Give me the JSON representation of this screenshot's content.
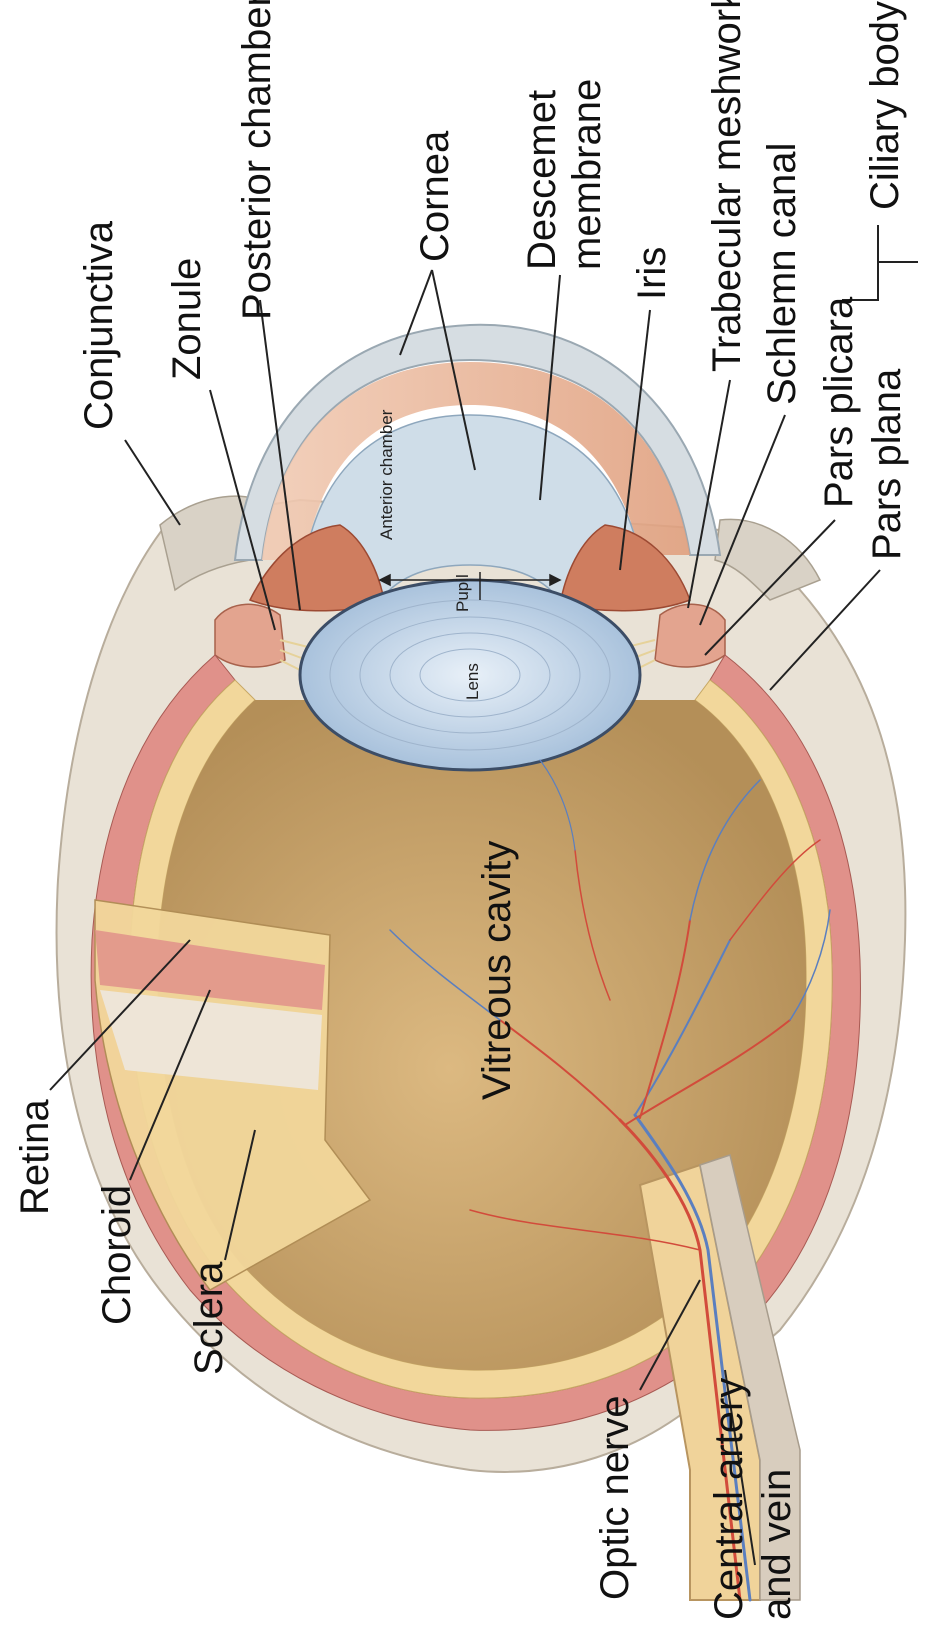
{
  "labels": {
    "conjunctiva": "Conjunctiva",
    "zonule": "Zonule",
    "posterior_chamber": "Posterior chamber",
    "cornea": "Cornea",
    "descemet_1": "Descemet",
    "descemet_2": "membrane",
    "iris": "Iris",
    "trabecular_meshwork": "Trabecular meshwork",
    "schlemn_canal": "Schlemn canal",
    "ciliary_body": "Ciliary body",
    "pars_plicara": "Pars plicara",
    "pars_plana": "Pars plana",
    "anterior_chamber": "Anterior chamber",
    "pupil": "Pupil",
    "lens": "Lens",
    "vitreous_cavity": "Vitreous cavity",
    "retina": "Retina",
    "choroid": "Choroid",
    "sclera": "Sclera",
    "optic_nerve": "Optic nerve",
    "central_artery_1": "Central artery",
    "central_artery_2": "and vein"
  },
  "colors": {
    "sclera": "#ece6dc",
    "choroid": "#e0918a",
    "retina": "#f2d79b",
    "vitreous": "#c9a46a",
    "cornea": "#d3dbe0",
    "lens": "#c9d9ea",
    "iris": "#d98a6a",
    "artery": "#d24b3b",
    "vein": "#5b7fbf"
  }
}
